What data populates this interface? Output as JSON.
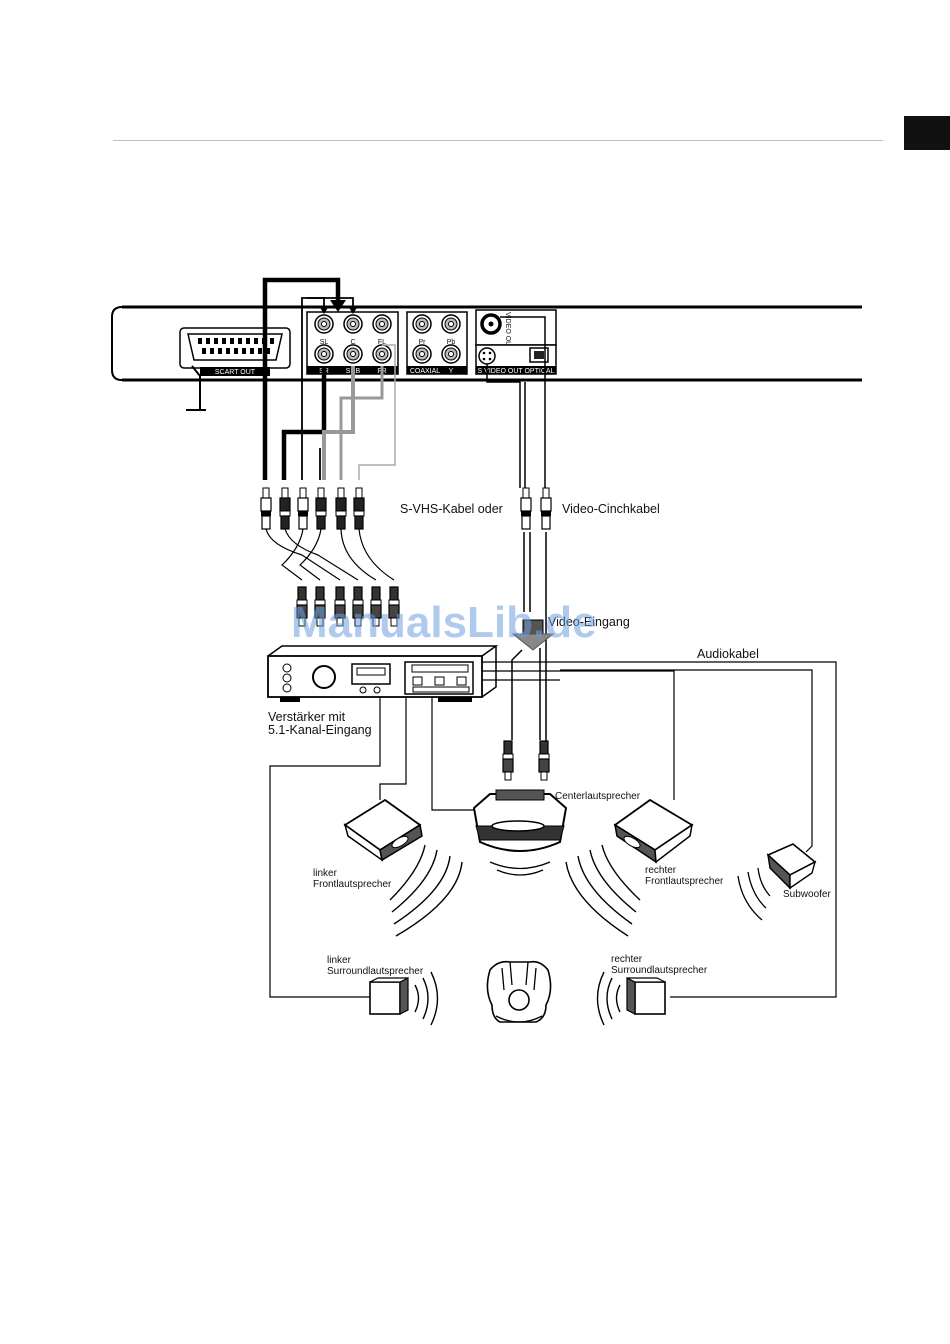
{
  "dvd_panel": {
    "scart_label": "SCART OUT",
    "jack_labels_top": [
      "SL",
      "C",
      "FL"
    ],
    "jack_labels_bottom": [
      "SR",
      "SUB",
      "FR"
    ],
    "component_labels": [
      "Pr",
      "Pb"
    ],
    "coaxial_label": "COAXIAL",
    "y_label": "Y",
    "video_out_label": "VIDEO OUT",
    "svideo_optical_label": "S VIDEO OUT OPTICAL"
  },
  "labels": {
    "svhs_cable": "S-VHS-Kabel oder",
    "video_cinch_cable": "Video-Cinchkabel",
    "video_input": "Video-Eingang",
    "audio_cable": "Audiokabel",
    "amplifier_line1": "Verstärker mit",
    "amplifier_line2": "5.1-Kanal-Eingang",
    "center_speaker": "Centerlautsprecher",
    "left_front_line1": "linker",
    "left_front_line2": "Frontlautsprecher",
    "right_front_line1": "rechter",
    "right_front_line2": "Frontlautsprecher",
    "subwoofer": "Subwoofer",
    "left_surround_line1": "linker",
    "left_surround_line2": "Surroundlautsprecher",
    "right_surround_line1": "rechter",
    "right_surround_line2": "Surroundlautsprecher"
  },
  "watermark": "ManualsLib.de"
}
